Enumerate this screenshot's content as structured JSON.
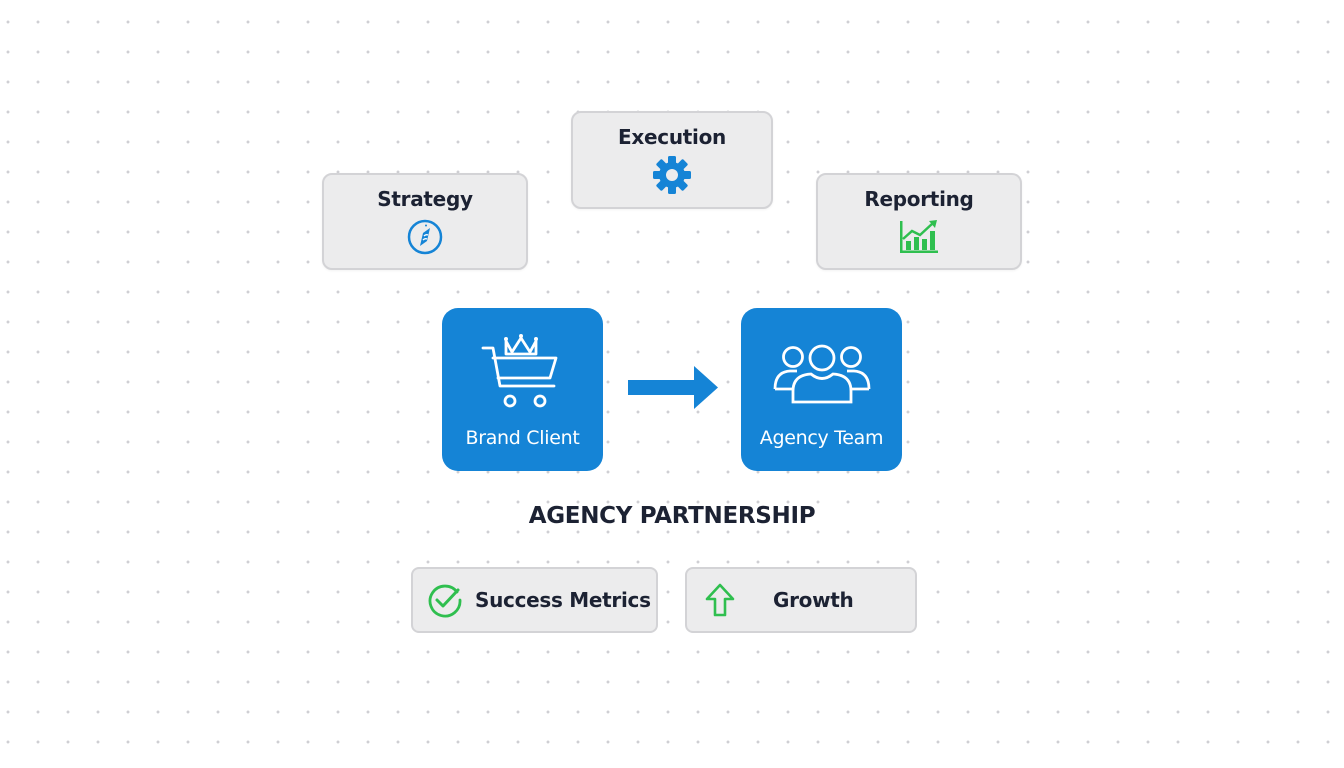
{
  "diagram": {
    "title": "AGENCY PARTNERSHIP",
    "top_cards": [
      {
        "label": "Strategy",
        "icon": "compass-icon"
      },
      {
        "label": "Execution",
        "icon": "gear-icon"
      },
      {
        "label": "Reporting",
        "icon": "growth-chart-icon"
      }
    ],
    "entities": [
      {
        "label": "Brand Client",
        "icon": "shopping-cart-crown-icon"
      },
      {
        "label": "Agency Team",
        "icon": "team-icon"
      }
    ],
    "flow": {
      "from": "Brand Client",
      "to": "Agency Team",
      "icon": "arrow-right-icon"
    },
    "outcomes": [
      {
        "label": "Success Metrics",
        "icon": "check-circle-icon"
      },
      {
        "label": "Growth",
        "icon": "arrow-up-icon"
      }
    ],
    "colors": {
      "primary_blue": "#1584d6",
      "green": "#2fbf4f",
      "text_dark": "#1c2233",
      "card_bg": "#ececed"
    }
  }
}
